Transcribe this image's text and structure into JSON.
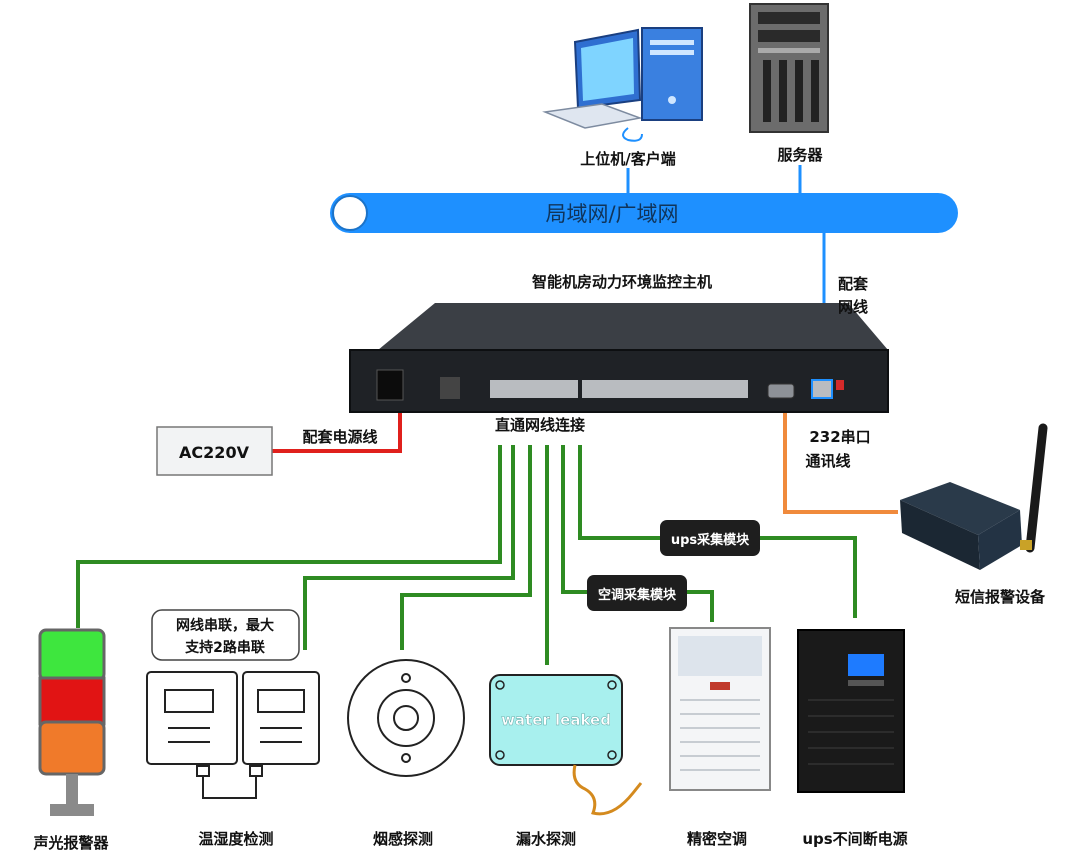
{
  "network": {
    "label": "局域网/广域网",
    "bar_color": "#1e90ff"
  },
  "devices": {
    "client": "上位机/客户端",
    "server": "服务器",
    "host": "智能机房动力环境监控主机",
    "sms": "短信报警设备"
  },
  "connections": {
    "net_cable": [
      "配套",
      "网线"
    ],
    "power_cable": "配套电源线",
    "power_source": "AC220V",
    "direct_link": "直通网线连接",
    "serial_line": [
      "232串口",
      "通讯线"
    ]
  },
  "modules": {
    "ups_module": "ups采集模块",
    "ac_module": "空调采集模块"
  },
  "note": [
    "网线串联，最大",
    "支持2路串联"
  ],
  "water_sensor_text": "water leaked",
  "endpoints": {
    "alarm_light": "声光报警器",
    "temp_humidity": "温湿度检测",
    "smoke": "烟感探测",
    "water_leak": "漏水探测",
    "precision_ac": "精密空调",
    "ups": "ups不间断电源"
  },
  "colors": {
    "green_line": "#2e8b22",
    "red_line": "#e0201c",
    "orange_line": "#f08a3c",
    "blue_line": "#1e90ff"
  }
}
